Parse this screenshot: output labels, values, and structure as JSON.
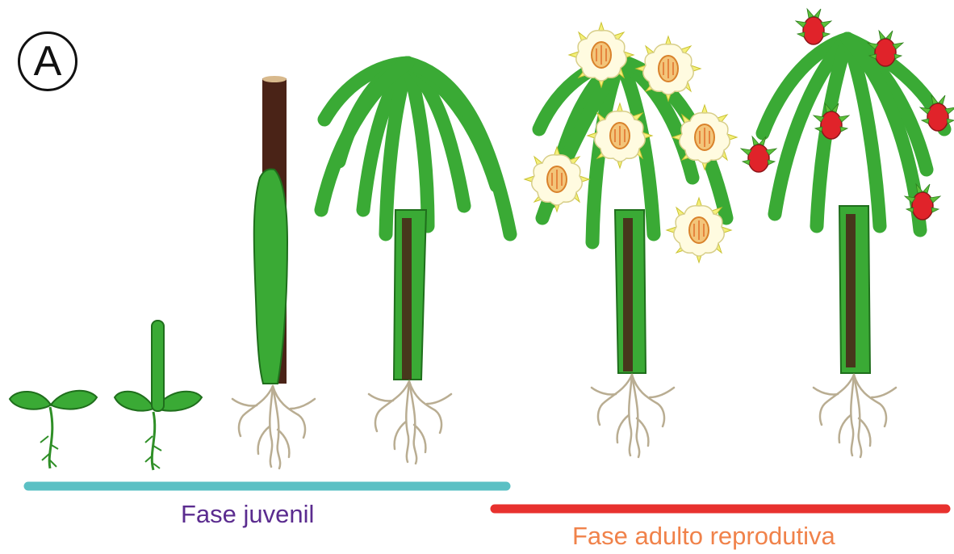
{
  "panel_letter": "A",
  "phases": {
    "juvenile": {
      "label": "Fase juvenil",
      "bar_color": "#5bc0c4",
      "label_color": "#5b2c8f"
    },
    "adult": {
      "label": "Fase adulto reprodutiva",
      "bar_color": "#e8312e",
      "label_color": "#f0824a"
    }
  },
  "colors": {
    "stem_green": "#3aaa35",
    "stem_dark": "#1f6e1c",
    "trunk_brown": "#4a2317",
    "root": "#e2d8c0",
    "flower_petal": "#fffbe0",
    "flower_center": "#f3c57a",
    "fruit_red": "#e0232a"
  },
  "stages": [
    {
      "name": "seedling-cotyledons"
    },
    {
      "name": "seedling-with-shoot"
    },
    {
      "name": "young-plant-on-stake"
    },
    {
      "name": "juvenile-plant-branched"
    },
    {
      "name": "adult-plant-flowering"
    },
    {
      "name": "adult-plant-fruiting"
    }
  ]
}
